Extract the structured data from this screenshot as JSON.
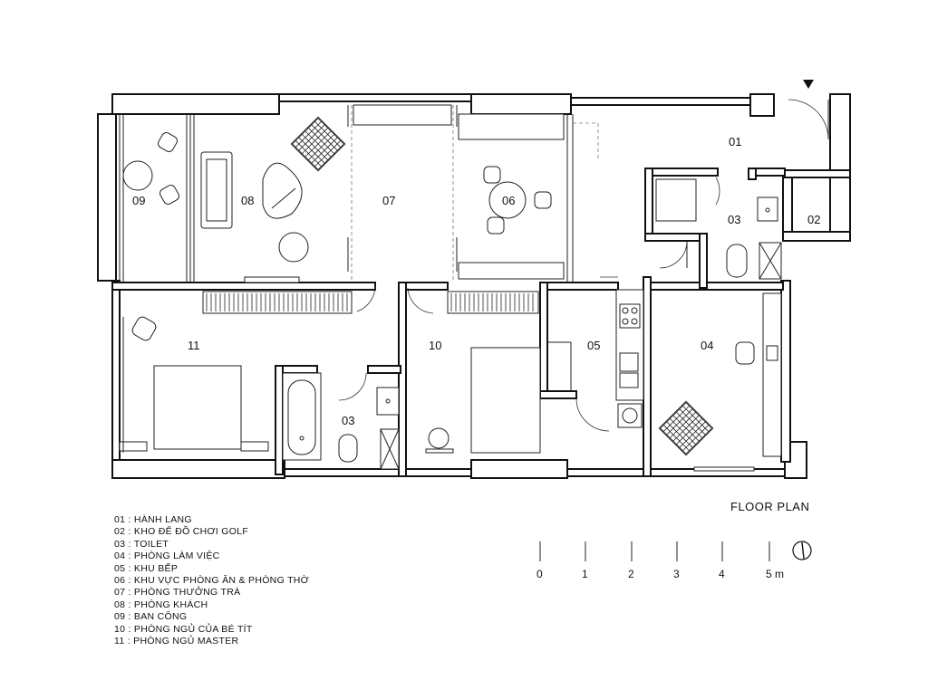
{
  "title": "FLOOR PLAN",
  "rooms": {
    "r01": "01",
    "r02": "02",
    "r03a": "03",
    "r03b": "03",
    "r04": "04",
    "r05": "05",
    "r06": "06",
    "r07": "07",
    "r08": "08",
    "r09": "09",
    "r10": "10",
    "r11": "11"
  },
  "legend": [
    "01 : HÀNH LANG",
    "02 : KHO ĐỂ ĐỒ CHƠI GOLF",
    "03 : TOILET",
    "04 : PHÒNG LÀM VIỆC",
    "05 : KHU BẾP",
    "06 : KHU VỰC PHÒNG ĂN & PHÒNG THỜ",
    "07 : PHÒNG THƯỞNG TRÀ",
    "08 : PHÒNG KHÁCH",
    "09 : BAN CÔNG",
    "10 : PHÒNG NGỦ CỦA BÉ TÍT",
    "11 : PHÒNG NGỦ MASTER"
  ],
  "scale": {
    "ticks": [
      "0",
      "1",
      "2",
      "3",
      "4",
      "5 m"
    ]
  },
  "icons": {
    "north": "north-arrow-icon",
    "entry": "entry-triangle-icon"
  }
}
